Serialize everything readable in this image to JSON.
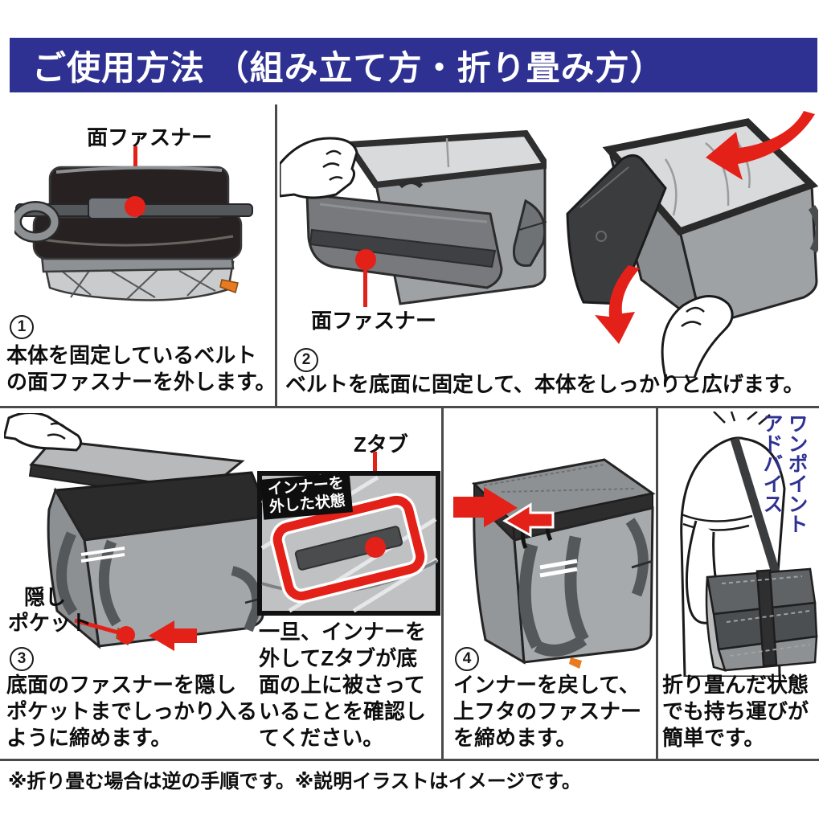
{
  "header": {
    "title": "ご使用方法 （組み立て方・折り畳み方）"
  },
  "colors": {
    "header_bg": "#2e3192",
    "accent_red": "#e32119",
    "navy_text": "#2e3192",
    "orange_zipper": "#e87a22"
  },
  "steps": {
    "step1": {
      "number": "1",
      "callout": "面ファスナー",
      "lines": [
        "本体を固定しているベルト",
        "の面ファスナーを外します。"
      ]
    },
    "step2": {
      "number": "2",
      "callout": "面ファスナー",
      "text": "ベルトを底面に固定して、本体をしっかりと広げます。"
    },
    "step3": {
      "number": "3",
      "callout_lines": [
        "隠し",
        "ポケット"
      ],
      "lines": [
        "底面のファスナーを隠し",
        "ポケットまでしっかり入る",
        "ように締めます。"
      ]
    },
    "ztab": {
      "callout": "Zタブ",
      "inset_label_lines": [
        "インナーを",
        "外した状態"
      ],
      "lines": [
        "一旦、インナーを",
        "外してZタブが底",
        "面の上に被さって",
        "いることを確認し",
        "てください。"
      ]
    },
    "step4": {
      "number": "4",
      "lines": [
        "インナーを戻して、",
        "上フタのファスナー",
        "を締めます。"
      ]
    },
    "advice": {
      "title_cols": [
        "ワンポイント",
        "アドバイス"
      ],
      "lines": [
        "折り畳んだ状態",
        "でも持ち運びが",
        "簡単です。"
      ]
    }
  },
  "footer": {
    "note": "※折り畳む場合は逆の手順です。※説明イラストはイメージです。"
  }
}
